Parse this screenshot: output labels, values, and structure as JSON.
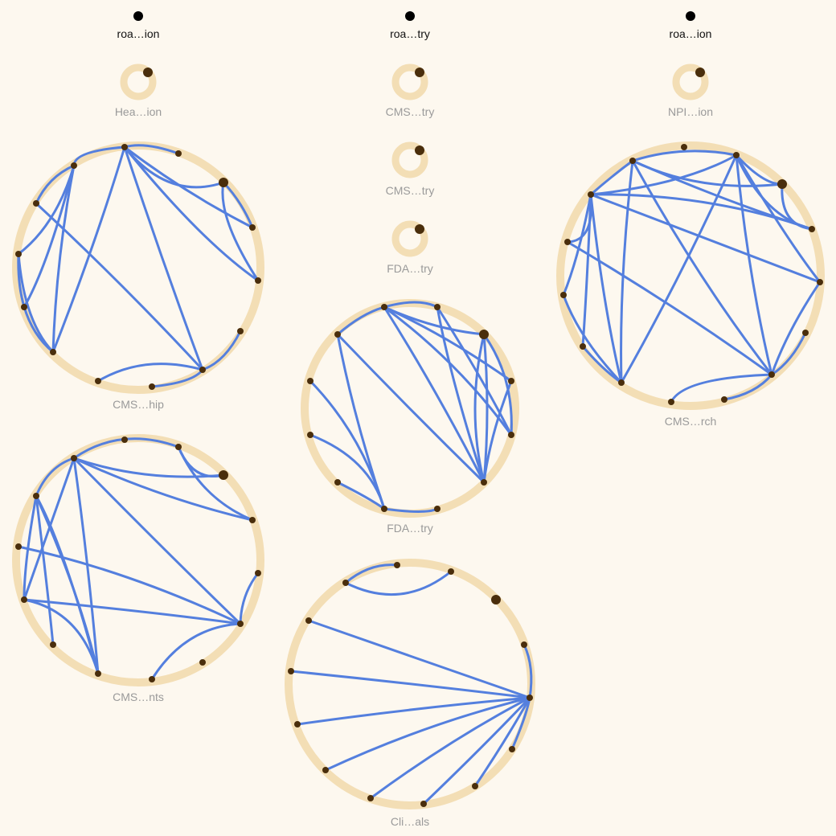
{
  "colors": {
    "background": "#fdf8ef",
    "ring": "#f3deb5",
    "edge": "#547fde",
    "node": "#4a2e0c",
    "root": "#000000",
    "label": "#9a9a9a",
    "root_label": "#111111"
  },
  "roots": [
    {
      "label": "roa…ion"
    },
    {
      "label": "roa…try"
    },
    {
      "label": "roa…ion"
    }
  ],
  "groups": [
    {
      "label": "Hea…ion"
    },
    {
      "label": "CMS…try"
    },
    {
      "label": "CMS…try"
    },
    {
      "label": "FDA…try"
    },
    {
      "label": "NPI…ion"
    },
    {
      "label": "CMS…hip"
    },
    {
      "label": "CMS…nts"
    },
    {
      "label": "FDA…try"
    },
    {
      "label": "Cli…als"
    },
    {
      "label": "CMS…rch"
    }
  ]
}
